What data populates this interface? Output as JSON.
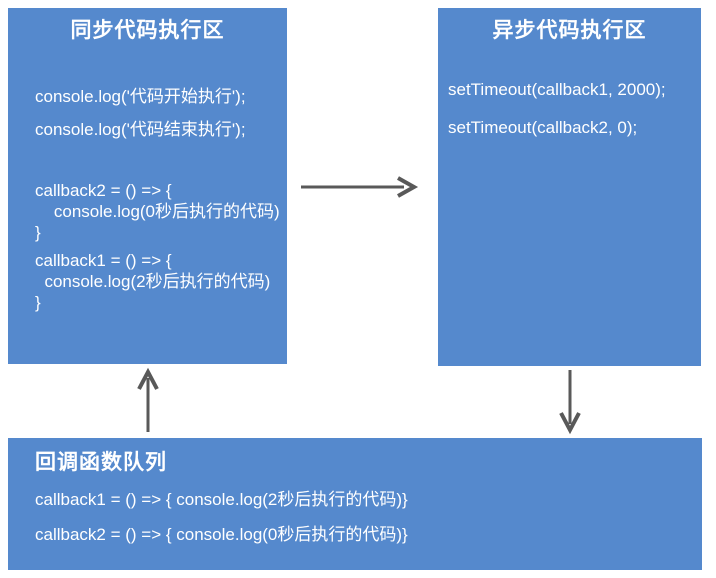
{
  "colors": {
    "box_fill": "#5589CD",
    "box_text": "#FFFFFF",
    "arrow": "#595959",
    "background": "#FFFFFF"
  },
  "sync_box": {
    "title": "同步代码执行区",
    "lines": [
      "console.log('代码开始执行');",
      "console.log('代码结束执行');",
      "callback2 = () => {",
      "    console.log(0秒后执行的代码)",
      "}",
      "callback1 = () => {",
      "  console.log(2秒后执行的代码)",
      "}"
    ]
  },
  "async_box": {
    "title": "异步代码执行区",
    "lines": [
      "setTimeout(callback1, 2000);",
      "setTimeout(callback2, 0);"
    ]
  },
  "queue_box": {
    "title": "回调函数队列",
    "lines": [
      "callback1 = () => { console.log(2秒后执行的代码)}",
      "callback2 = () => { console.log(0秒后执行的代码)}"
    ]
  }
}
